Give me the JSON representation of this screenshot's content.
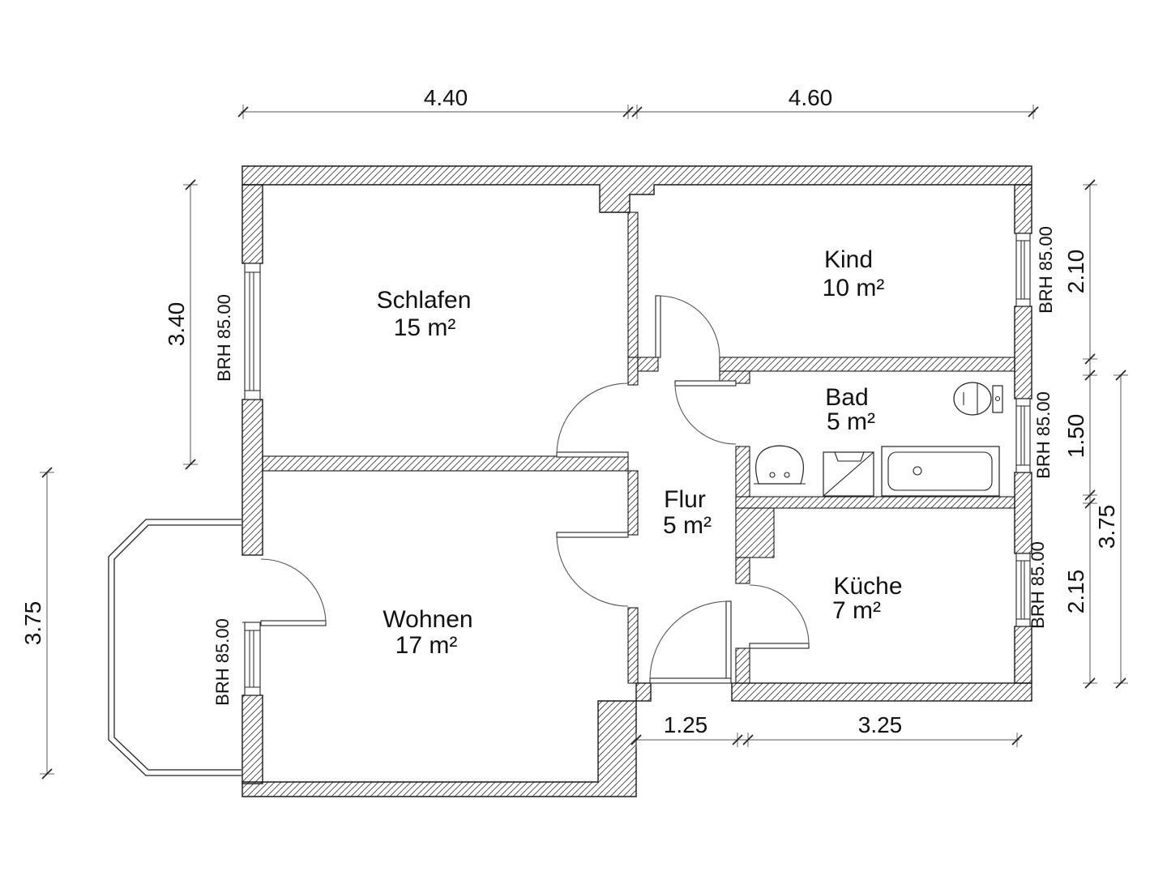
{
  "plan_type": "apartment-floor-plan",
  "rooms": [
    {
      "name": "Schlafen",
      "area": "15 m²"
    },
    {
      "name": "Kind",
      "area": "10 m²"
    },
    {
      "name": "Bad",
      "area": "5 m²"
    },
    {
      "name": "Flur",
      "area": "5 m²"
    },
    {
      "name": "Wohnen",
      "area": "17 m²"
    },
    {
      "name": "Küche",
      "area": "7 m²"
    }
  ],
  "dimensions": {
    "top_left": "4.40",
    "top_right": "4.60",
    "left_upper": "3.40",
    "left_lower": "3.75",
    "right_kind": "2.10",
    "right_bad": "1.50",
    "right_kueche": "2.15",
    "right_total": "3.75",
    "bottom_left": "1.25",
    "bottom_right": "3.25"
  },
  "window_sill_labels": [
    "BRH 85.00",
    "BRH 85.00",
    "BRH 85.00",
    "BRH 85.00",
    "BRH 85.00"
  ],
  "colors": {
    "background": "#ffffff",
    "wall_outline": "#1a1a1a",
    "hatch": "#3d3d3d",
    "dimension_line": "#555555",
    "text": "#111111"
  }
}
